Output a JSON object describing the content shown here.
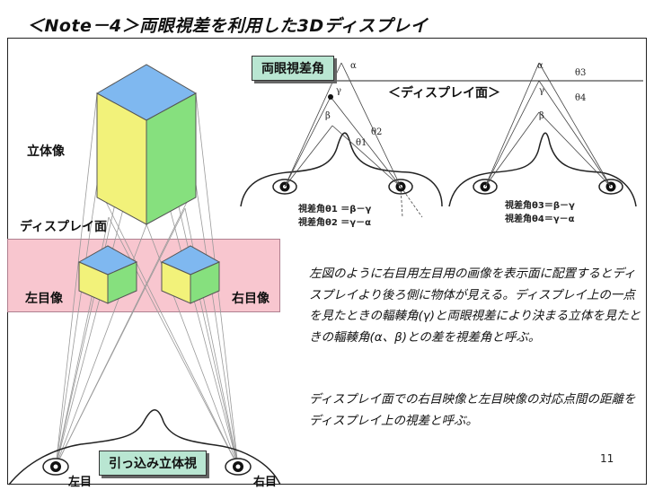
{
  "title": "＜Note－4＞両眼視差を利用した3Dディスプレイ",
  "left_diagram": {
    "stereo_label": "立体像",
    "display_plane_label": "ディスプレイ面",
    "left_image_label": "左目像",
    "right_image_label": "右目像",
    "recessed_label": "引っ込み立体視",
    "left_eye_label": "左目",
    "right_eye_label": "右目"
  },
  "right_diagram": {
    "parallax_label": "両眼視差角",
    "display_label": "＜ディスプレイ面＞",
    "symbols": {
      "alpha": "α",
      "beta": "β",
      "gamma": "γ",
      "theta1": "θ1",
      "theta2": "θ2",
      "theta3": "θ3",
      "theta4": "θ4"
    },
    "formula1_line1": "視差角θ1 ＝β－γ",
    "formula1_line2": "視差角θ2 ＝γ－α",
    "formula2_line1": "視差角θ3＝β－γ",
    "formula2_line2": "視差角θ4＝γ－α"
  },
  "description": {
    "paragraph1": "左図のように右目用左目用の画像を表示面に配置するとディスプレイより後ろ側に物体が見える。ディスプレイ上の一点を見たときの輻輳角(γ)と両眼視差により決まる立体を見たときの輻輳角(α、β)との差を視差角と呼ぶ。",
    "paragraph2": "ディスプレイ面での右目映像と左目映像の対応点間の距離をディスプレイ上の視差と呼ぶ。"
  },
  "page_number": "11",
  "colors": {
    "display_band": "#f8c6cf",
    "cube_top": "#7fb8f0",
    "cube_left": "#f2f27a",
    "cube_right": "#86e07e",
    "label_box": "#b9e6d2"
  }
}
